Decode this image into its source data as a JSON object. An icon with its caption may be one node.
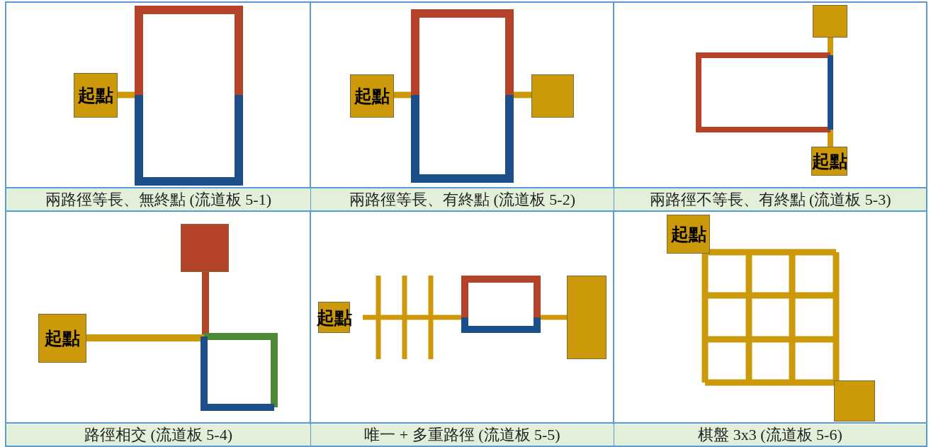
{
  "diagram": {
    "nodes": [
      {
        "text": [
          "起點"
        ]
      },
      {
        "text": [
          "起點"
        ]
      },
      {
        "text": [],
        "shape": "box"
      },
      {
        "text": [],
        "shape": "box"
      },
      {
        "text": [
          "起點"
        ]
      },
      {
        "text": [],
        "shape": "box"
      },
      {
        "text": [
          "起點"
        ]
      },
      {
        "text": [
          "起點"
        ]
      },
      {
        "text": [],
        "shape": "box"
      },
      {
        "text": [
          "起點"
        ]
      },
      {
        "text": [],
        "shape": "box"
      }
    ],
    "labels": [
      "兩路徑等長、無終點 (流道板 5-1)",
      "兩路徑等長、有終點 (流道板 5-2)",
      "兩路徑不等長、有終點 (流道板  5-3)",
      "路徑相交 (流道板  5-4)",
      "唯一 + 多重路徑 (流道板  5-5)",
      "棋盤 3x3 (流道板 5-6)"
    ]
  }
}
